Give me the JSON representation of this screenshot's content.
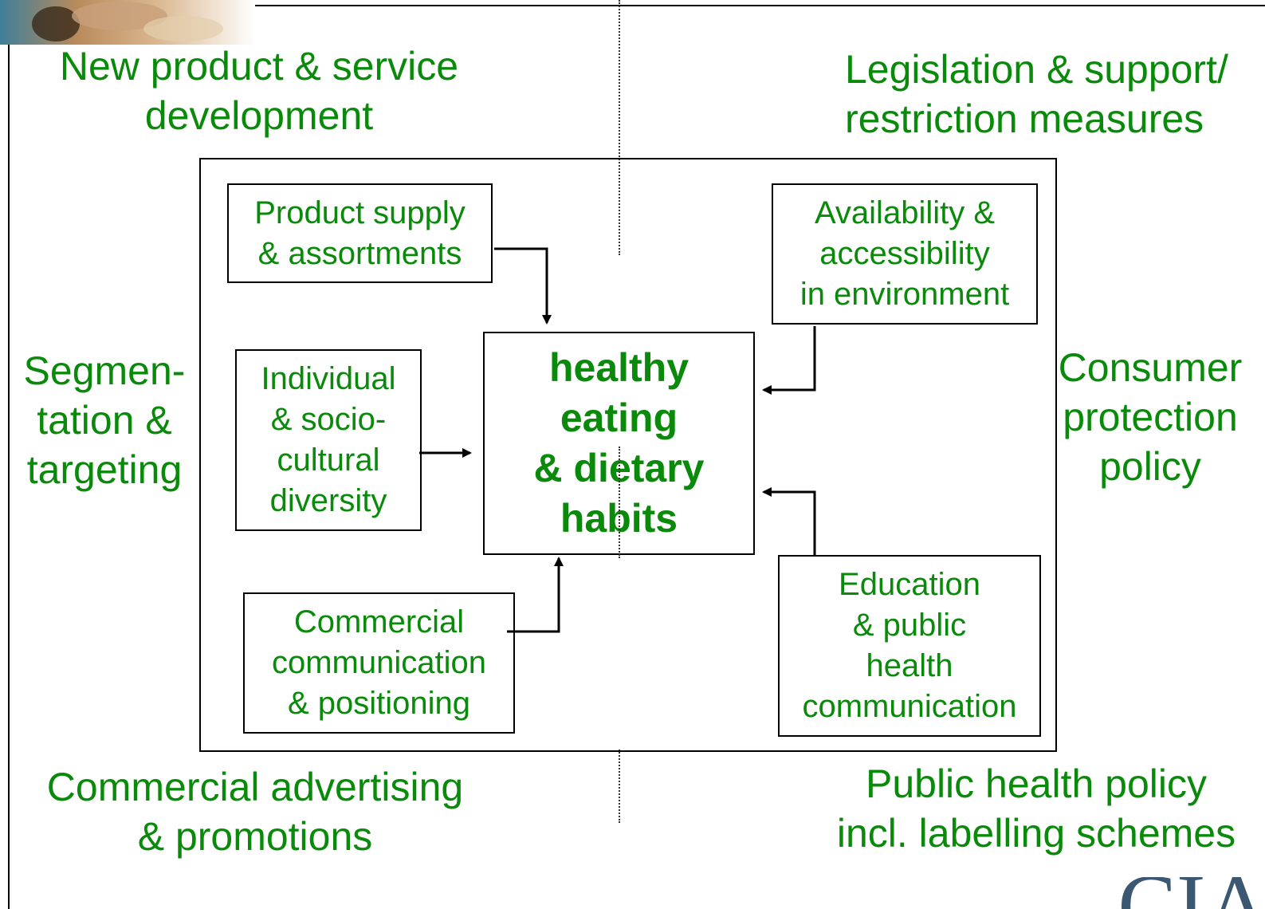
{
  "corners": {
    "top_left": [
      "New product & service",
      "development"
    ],
    "top_right": [
      "Legislation & support/",
      "restriction measures"
    ],
    "bottom_left": [
      "Commercial advertising",
      "& promotions"
    ],
    "bottom_right": [
      "Public health policy",
      "incl. labelling schemes"
    ]
  },
  "sides": {
    "left": [
      "Segmen-",
      "tation &",
      "targeting"
    ],
    "right": [
      "Consumer",
      "protection",
      "policy"
    ]
  },
  "boxes": {
    "product_supply": [
      "Product supply",
      "& assortments"
    ],
    "individual": [
      "Individual",
      "& socio-",
      "cultural",
      "diversity"
    ],
    "commercial": [
      "Commercial",
      "communication",
      "& positioning"
    ],
    "availability": [
      "Availability &",
      "accessibility",
      "in environment"
    ],
    "education": [
      "Education",
      "& public",
      "health",
      "communication"
    ],
    "center": [
      "healthy",
      "eating",
      "& dietary",
      "habits"
    ]
  },
  "logo_text": "CIA",
  "colors": {
    "text_green": "#0a8a0a",
    "lines": "#000000"
  }
}
